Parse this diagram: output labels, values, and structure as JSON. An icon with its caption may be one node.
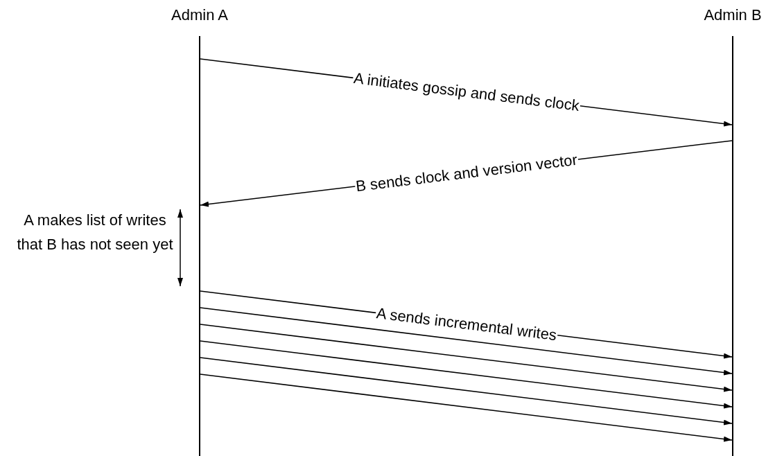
{
  "diagram": {
    "nodes": [
      {
        "text": [
          "Admin A"
        ]
      },
      {
        "text": [
          "Admin B"
        ]
      }
    ],
    "edges": [
      {
        "from": 0,
        "to": 1,
        "arrow": "to",
        "label": "A initiates gossip and sends clock"
      },
      {
        "from": 1,
        "to": 0,
        "arrow": "to",
        "label": "B sends clock and version vector"
      },
      {
        "from": 0,
        "to": 1,
        "arrow": "to",
        "label": "A sends incremental writes"
      },
      {
        "from": 0,
        "to": 1,
        "arrow": "to"
      },
      {
        "from": 0,
        "to": 1,
        "arrow": "to"
      },
      {
        "from": 0,
        "to": 1,
        "arrow": "to"
      },
      {
        "from": 0,
        "to": 1,
        "arrow": "to"
      },
      {
        "from": 0,
        "to": 1,
        "arrow": "to"
      }
    ],
    "labels": [
      "A makes list of writes that B has not seen yet"
    ]
  }
}
